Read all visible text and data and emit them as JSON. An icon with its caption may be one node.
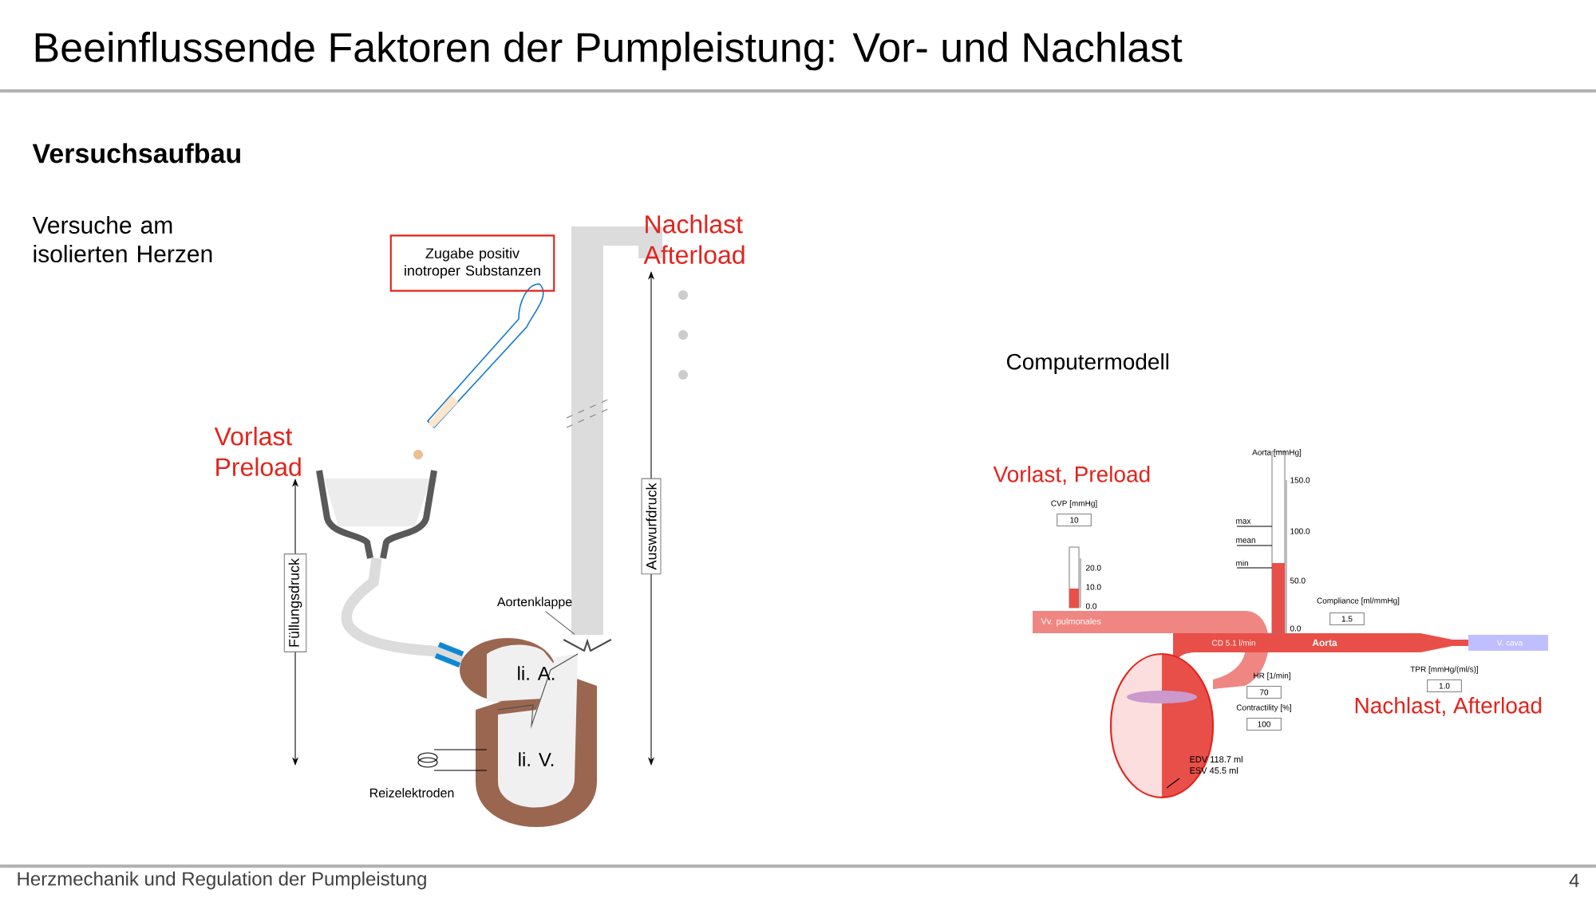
{
  "diagram": {
    "title": "Beeinflussende Faktoren der Pumpleistung: Vor- und Nachlast",
    "nodes": [
      {
        "text": [
          "Zugabe positiv inotroper Substanzen"
        ]
      },
      {
        "text": [
          "Aortenklappe"
        ]
      },
      {
        "text": [],
        "shape": "picture"
      }
    ],
    "edges": [
      {
        "from": 1,
        "to": 2,
        "arrow": "none"
      }
    ],
    "labels": [
      "Versuchsaufbau",
      "Versuche am isolierten Herzen",
      "Nachlast Afterload",
      "Vorlast Preload",
      "Füllungsdruck",
      "Auswurfdruck",
      "li. A.",
      "li. V.",
      "Reizelektroden",
      "Computermodell",
      "Vorlast, Preload",
      "Nachlast, Afterload",
      "Aorta [mmHg]",
      "150.0",
      "100.0",
      "50.0",
      "0.0",
      "max",
      "mean",
      "min",
      "CVP [mmHg]",
      "10",
      "20.0",
      "10.0",
      "0.0",
      "Compliance [ml/mmHg]",
      "Vv. pulmonales",
      "1.5",
      "CD 5.1 l/min",
      "Aorta",
      "V. cava",
      "TPR [mmHg/(ml/s)]",
      "1.0",
      "HR [1/min]",
      "70",
      "Contractility [%]",
      "100",
      "EDV 118.7 ml",
      "ESV 45.5 ml",
      "Herzmechanik und Regulation der Pumpleistung",
      "4"
    ]
  }
}
